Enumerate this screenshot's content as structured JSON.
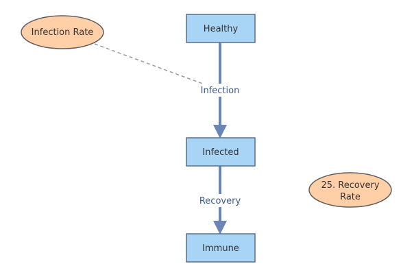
{
  "diagram": {
    "stocks": {
      "healthy": "Healthy",
      "infected": "Infected",
      "immune": "Immune"
    },
    "flows": {
      "infection": "Infection",
      "recovery": "Recovery"
    },
    "variables": {
      "infection_rate": "Infection Rate",
      "recovery_rate_line1": "25. Recovery",
      "recovery_rate_line2": "Rate"
    },
    "colors": {
      "stock_fill": "#a8d4f5",
      "stock_stroke": "#5a6f86",
      "variable_fill": "#ffcfa8",
      "variable_stroke": "#5e5e5e",
      "flow_stroke": "#6a86b6",
      "link_stroke": "#999999",
      "text": "#333333",
      "flow_label": "#3b5b8e"
    }
  }
}
